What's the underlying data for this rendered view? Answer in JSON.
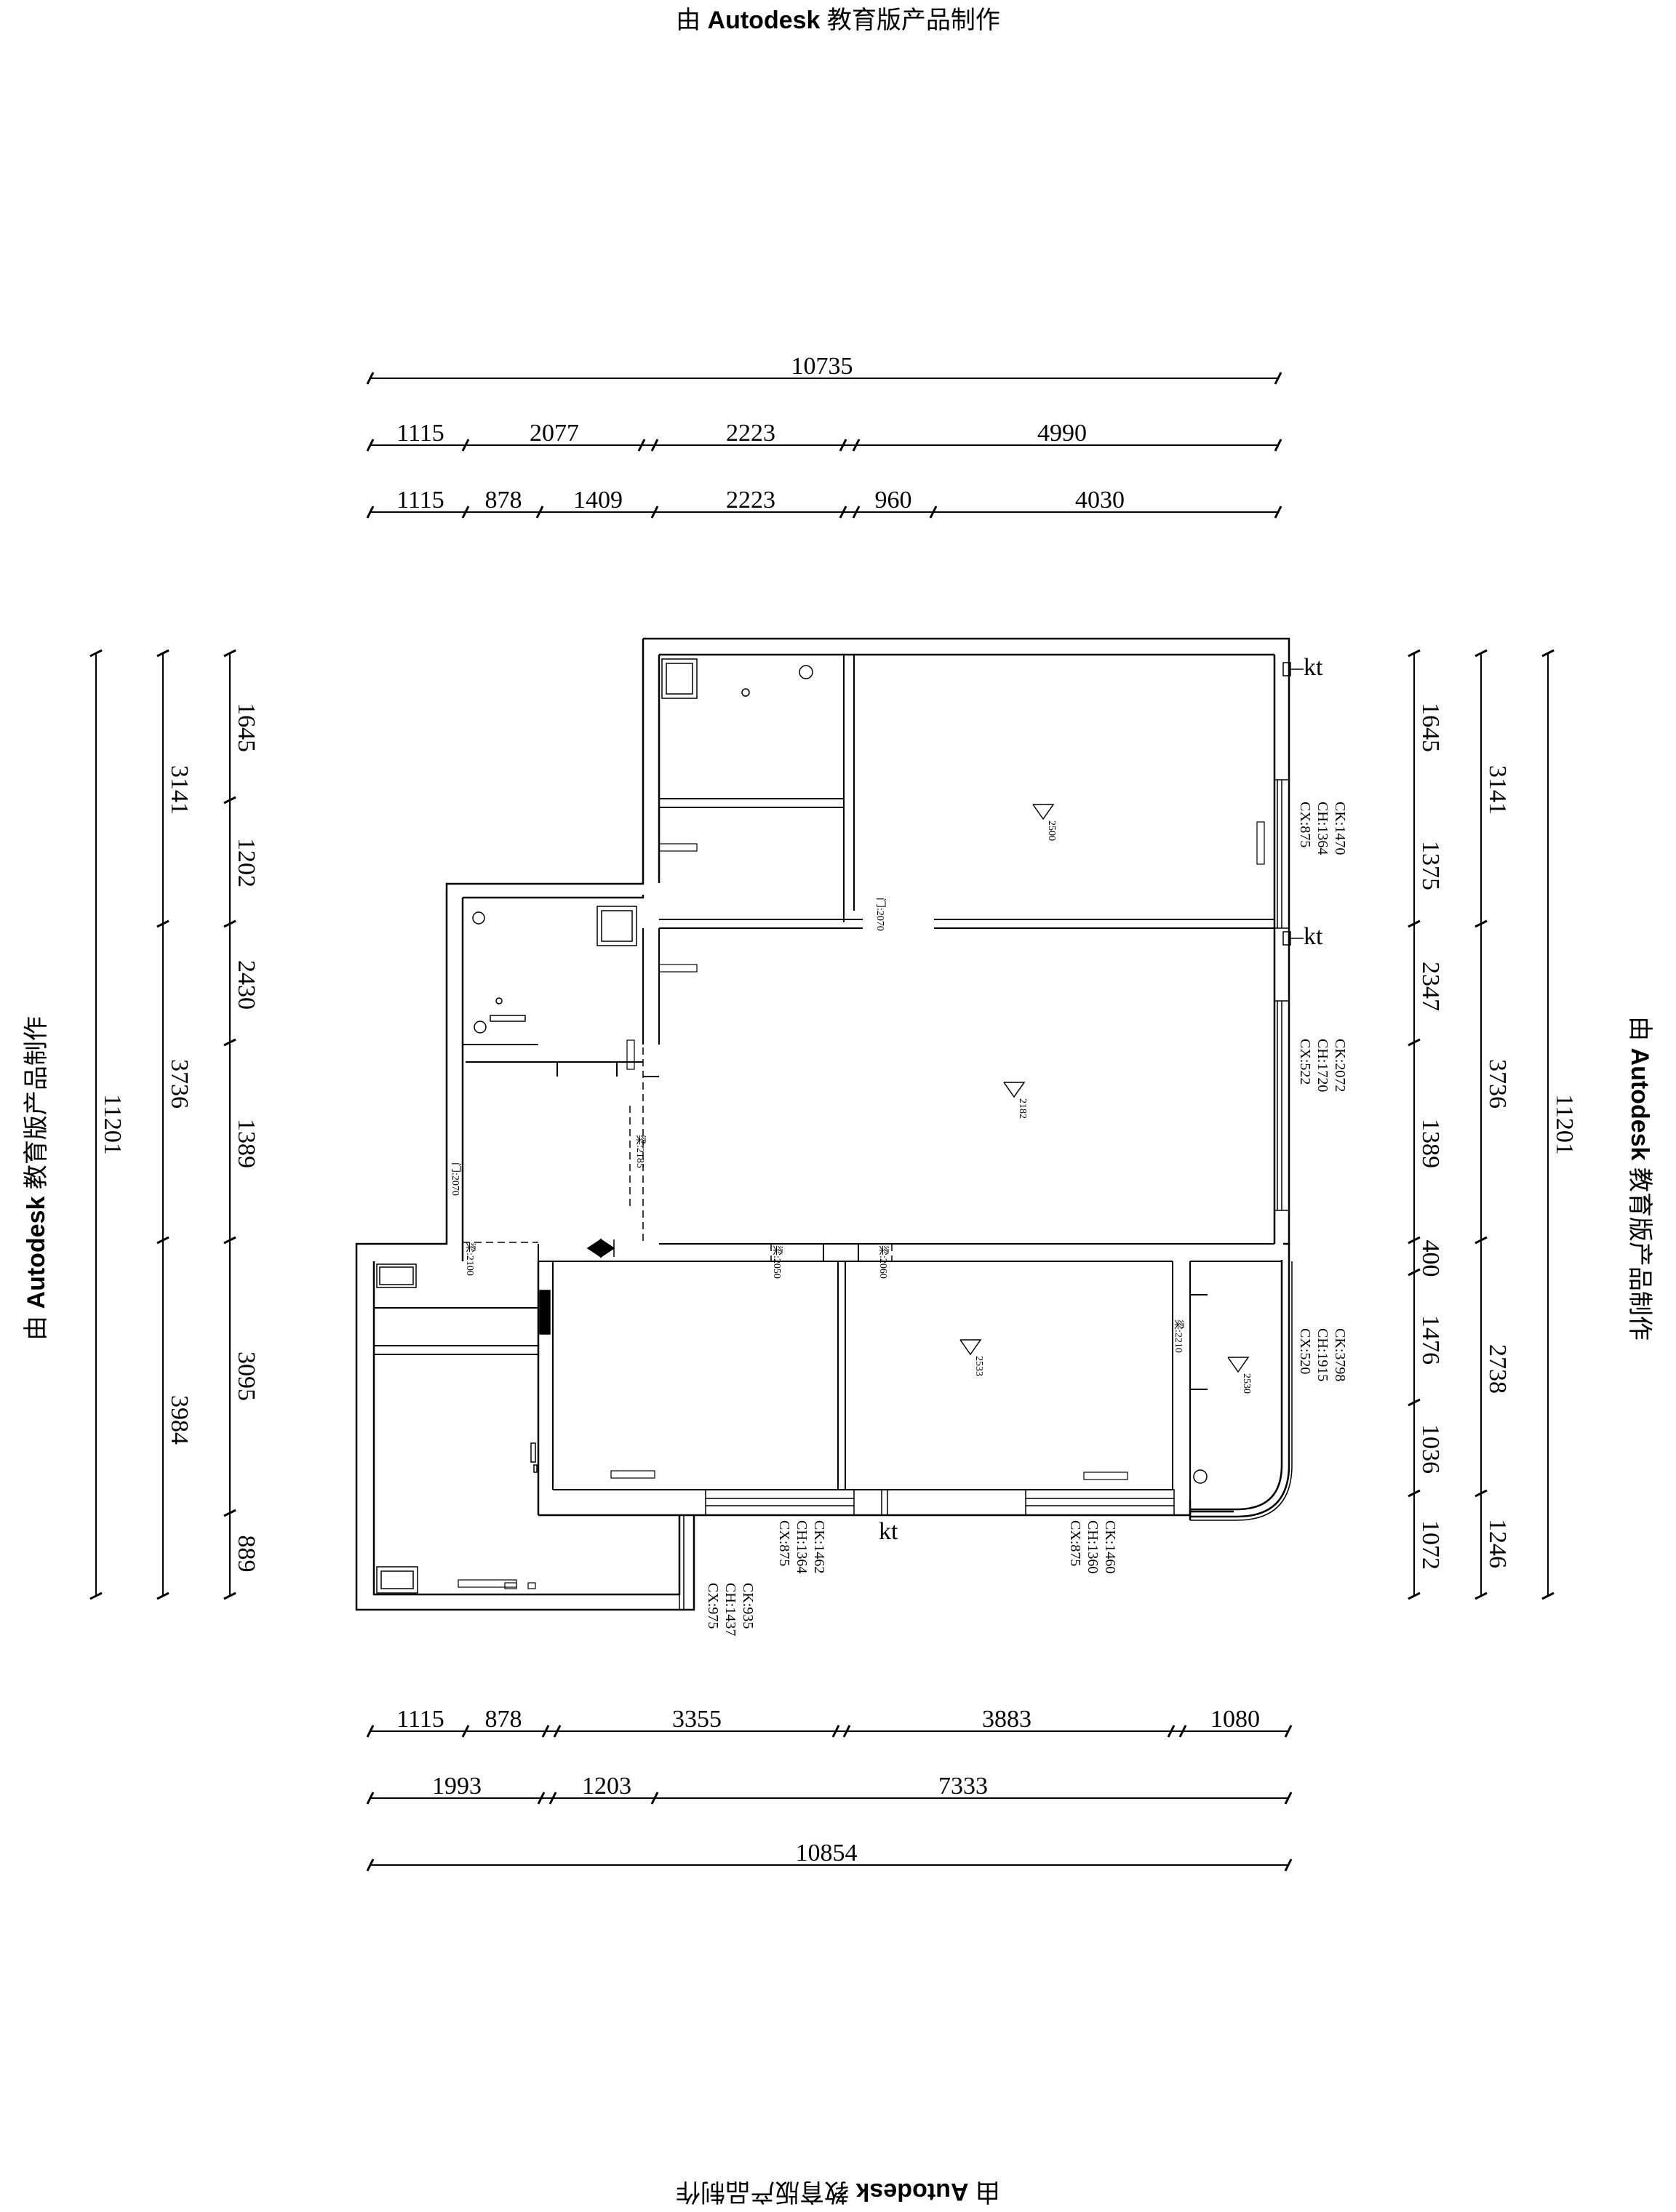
{
  "watermark": {
    "prefix": "由 ",
    "brand": "Autodesk",
    "suffix": " 教育版产品制作"
  },
  "dims": {
    "top_total": "10735",
    "top_row2": [
      "1115",
      "2077",
      "2223",
      "4990"
    ],
    "top_row3": [
      "1115",
      "878",
      "1409",
      "2223",
      "960",
      "4030"
    ],
    "bottom_row1": [
      "1115",
      "878",
      "3355",
      "3883",
      "1080"
    ],
    "bottom_row2": [
      "1993",
      "1203",
      "7333"
    ],
    "bottom_total": "10854",
    "left_total": "11201",
    "left_mid": [
      "3141",
      "3736",
      "3984"
    ],
    "left_inner": [
      "1645",
      "1202",
      "2430",
      "1389",
      "3095",
      "889"
    ],
    "right_total": "11201",
    "right_mid": [
      "3141",
      "3736",
      "2738",
      "1246"
    ],
    "right_inner": [
      "1645",
      "1375",
      "2347",
      "1389",
      "400",
      "1476",
      "1036",
      "1072"
    ]
  },
  "labels": {
    "kt": "kt",
    "window_a": [
      "CK:1470",
      "CH:1364",
      "CX:875"
    ],
    "window_b": [
      "CK:2072",
      "CH:1720",
      "CX:522"
    ],
    "window_c": [
      "CK:3798",
      "CH:1915",
      "CX:520"
    ],
    "window_d": [
      "CK:1462",
      "CH:1364",
      "CX:875"
    ],
    "window_e": [
      "CK:1460",
      "CH:1360",
      "CX:875"
    ],
    "window_f": [
      "CK:935",
      "CH:1437",
      "CX:975"
    ],
    "heights": [
      "2500",
      "2182",
      "2533",
      "2530"
    ],
    "beams": [
      "门:2070",
      "门:2070",
      "梁:2050",
      "梁:2060",
      "梁:2210",
      "梁:2100",
      "梁:2185"
    ]
  }
}
